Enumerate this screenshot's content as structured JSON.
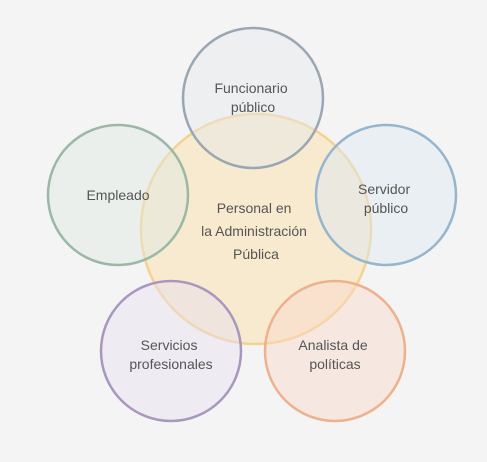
{
  "diagram": {
    "center": {
      "lines": [
        "Personal en",
        "la Administración",
        "Pública"
      ],
      "fill": "#fbe2b0",
      "stroke": "#f6d28f"
    },
    "nodes": [
      {
        "id": "funcionario",
        "lines": [
          "Funcionario",
          "público"
        ],
        "fill": "#e4e8ec",
        "stroke": "#9aa7b2"
      },
      {
        "id": "servidor",
        "lines": [
          "Servidor",
          "público"
        ],
        "fill": "#dbe8f2",
        "stroke": "#96b5cf"
      },
      {
        "id": "analista",
        "lines": [
          "Analista de",
          "políticas"
        ],
        "fill": "#f8dac9",
        "stroke": "#efb08d"
      },
      {
        "id": "servicios",
        "lines": [
          "Servicios",
          "profesionales"
        ],
        "fill": "#e6dff0",
        "stroke": "#a997bf"
      },
      {
        "id": "empleado",
        "lines": [
          "Empleado"
        ],
        "fill": "#dfe9e3",
        "stroke": "#9bb8a6"
      }
    ]
  }
}
